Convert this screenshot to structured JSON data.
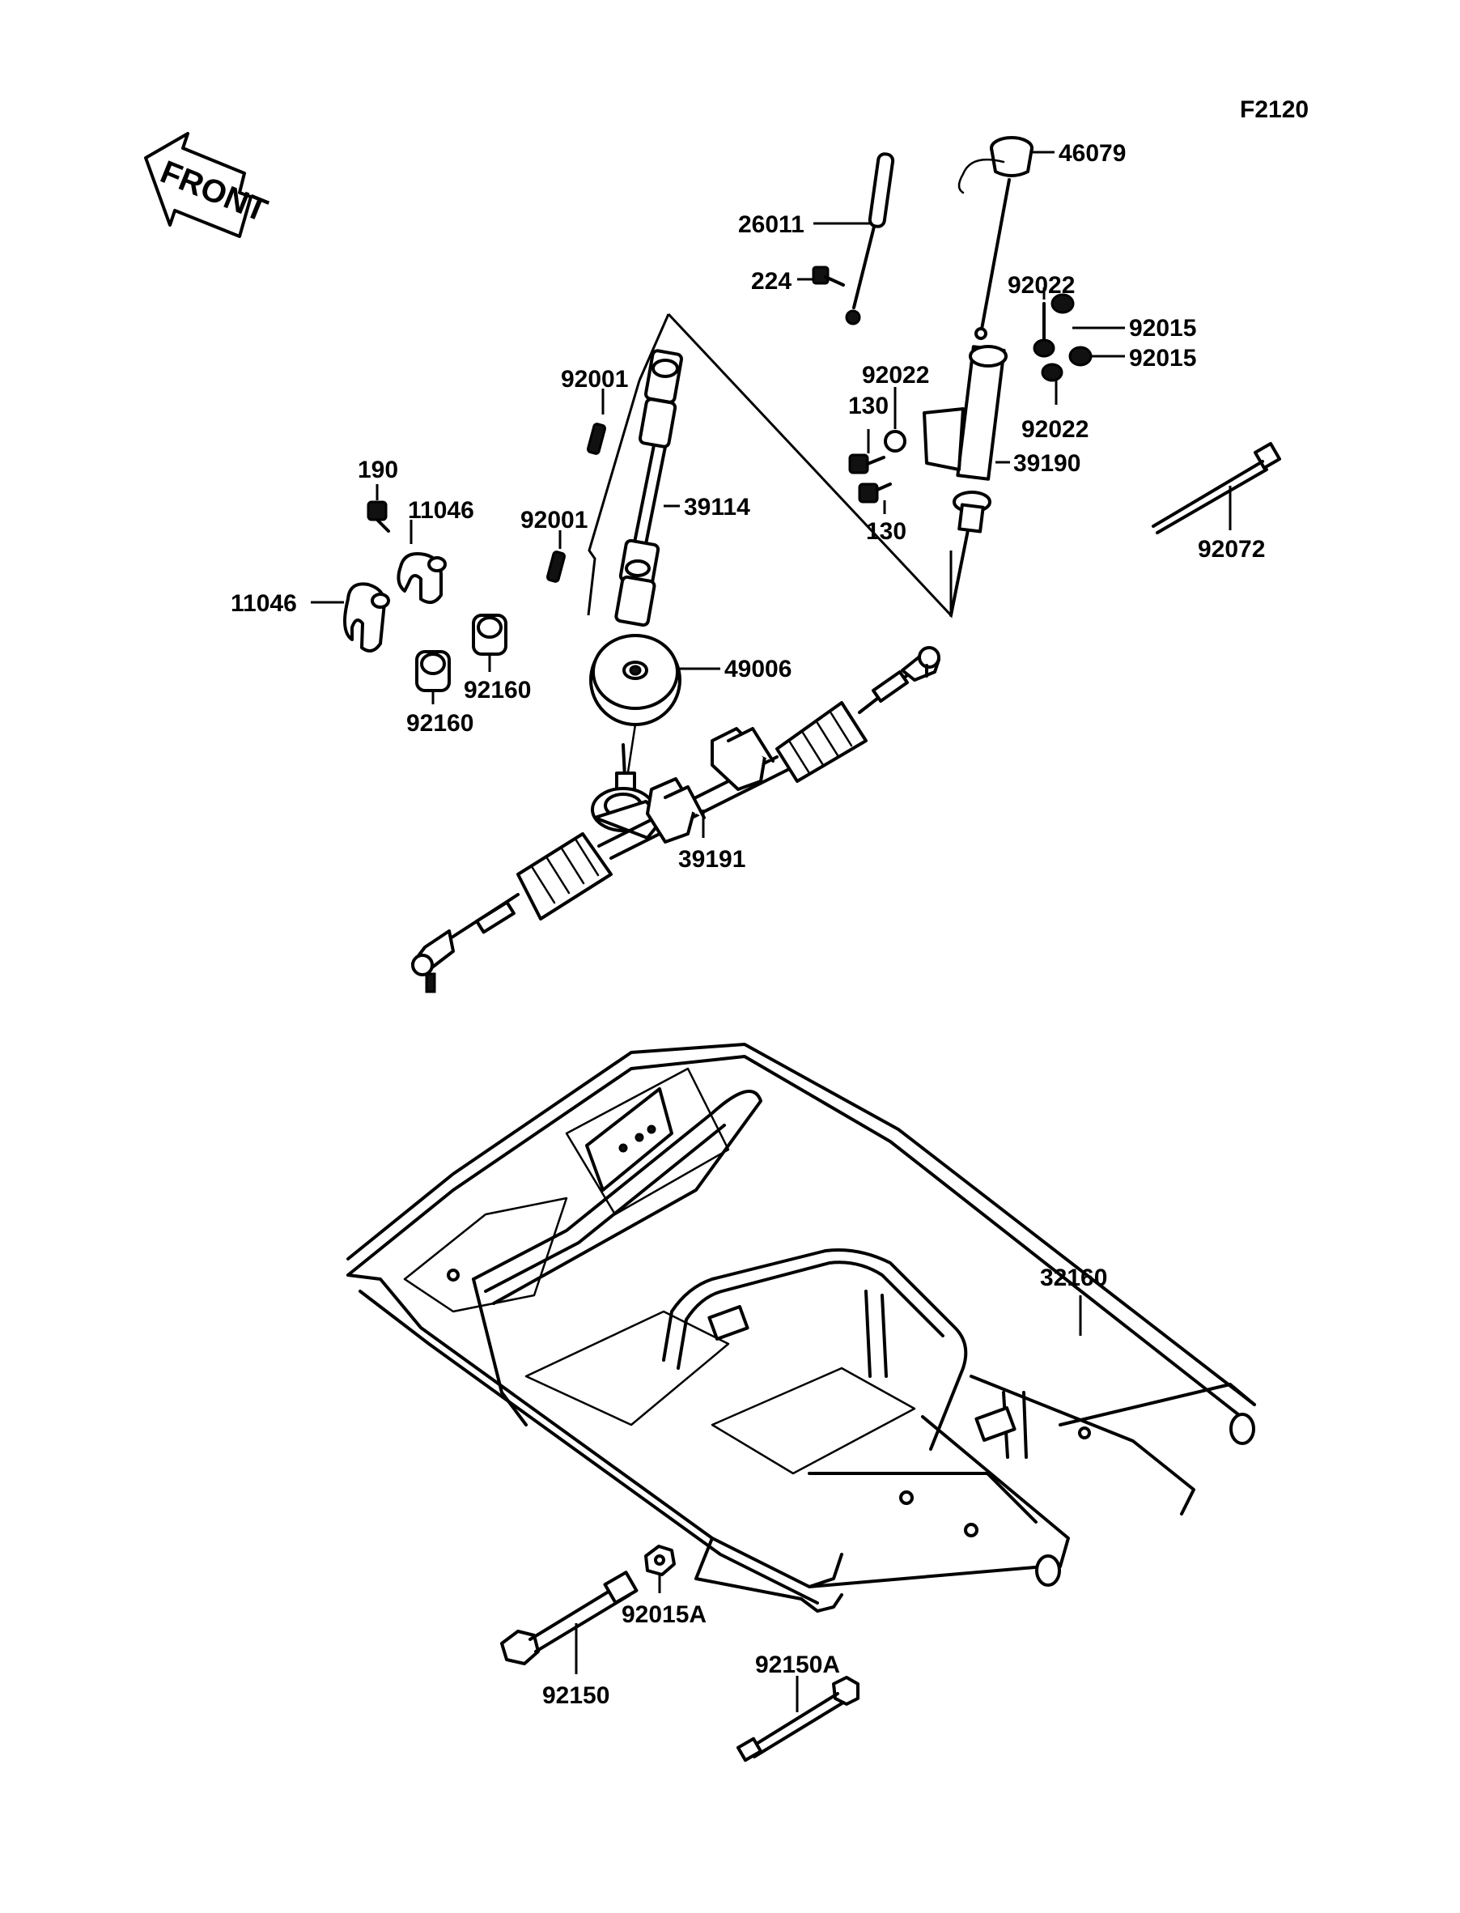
{
  "figure_code": "F2120",
  "front_marker": "FRONT",
  "callouts": {
    "c46079": "46079",
    "c26011": "26011",
    "c224": "224",
    "c92022_top": "92022",
    "c92015_a": "92015",
    "c92015_b": "92015",
    "c92022_mid": "92022",
    "c92022_low": "92022",
    "c92001_top": "92001",
    "c130_top": "130",
    "c130_low": "130",
    "c39190": "39190",
    "c39114": "39114",
    "c92072": "92072",
    "c190": "190",
    "c11046_top": "11046",
    "c92001_low": "92001",
    "c11046_left": "11046",
    "c49006": "49006",
    "c92160_a": "92160",
    "c92160_b": "92160",
    "c39191": "39191",
    "c32160": "32160",
    "c92015A": "92015A",
    "c92150": "92150",
    "c92150A": "92150A"
  }
}
